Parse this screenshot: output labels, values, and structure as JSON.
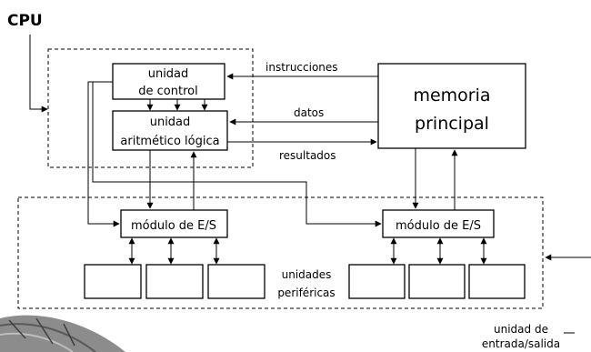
{
  "labels": {
    "cpu": "CPU",
    "control_line1": "unidad",
    "control_line2": "de control",
    "alu_line1": "unidad",
    "alu_line2": "aritmético lógica",
    "memory_line1": "memoria",
    "memory_line2": "principal",
    "instructions": "instrucciones",
    "data": "datos",
    "results": "resultados",
    "io_module_left": "módulo de E/S",
    "io_module_right": "módulo de E/S",
    "peripherals_line1": "unidades",
    "peripherals_line2": "periféricas",
    "io_unit_line1": "unidad de",
    "io_unit_line2": "entrada/salida"
  },
  "colors": {
    "ink": "#000000",
    "background": "#ffffff",
    "globe": "#8c8c8c"
  }
}
